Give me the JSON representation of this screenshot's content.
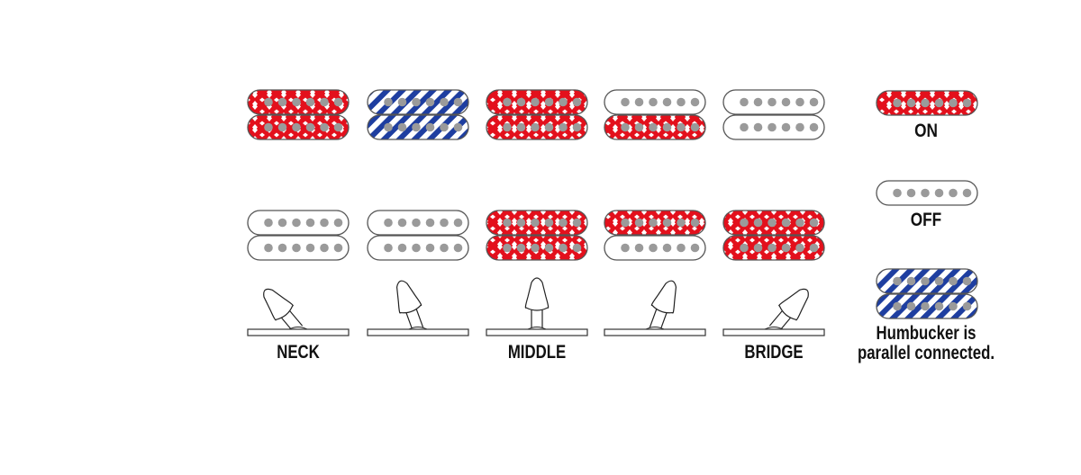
{
  "colors": {
    "on": "#e3101c",
    "parallel": "#1e3ea0",
    "pole": "#9a9a9a",
    "outline": "#555555"
  },
  "positions": [
    {
      "label": "NECK",
      "toggle_angle_deg": -40,
      "top_pickup": [
        "on",
        "on"
      ],
      "bottom_pickup": [
        "off",
        "off"
      ]
    },
    {
      "label": "",
      "toggle_angle_deg": -20,
      "top_pickup": [
        "parallel",
        "parallel"
      ],
      "bottom_pickup": [
        "off",
        "off"
      ]
    },
    {
      "label": "MIDDLE",
      "toggle_angle_deg": 0,
      "top_pickup": [
        "on",
        "on"
      ],
      "bottom_pickup": [
        "on",
        "on"
      ]
    },
    {
      "label": "",
      "toggle_angle_deg": 20,
      "top_pickup": [
        "off",
        "on"
      ],
      "bottom_pickup": [
        "on",
        "off"
      ]
    },
    {
      "label": "BRIDGE",
      "toggle_angle_deg": 40,
      "top_pickup": [
        "off",
        "off"
      ],
      "bottom_pickup": [
        "on",
        "on"
      ]
    }
  ],
  "legend": {
    "on": "ON",
    "off": "OFF",
    "parallel_line1": "Humbucker is",
    "parallel_line2": "parallel connected."
  }
}
